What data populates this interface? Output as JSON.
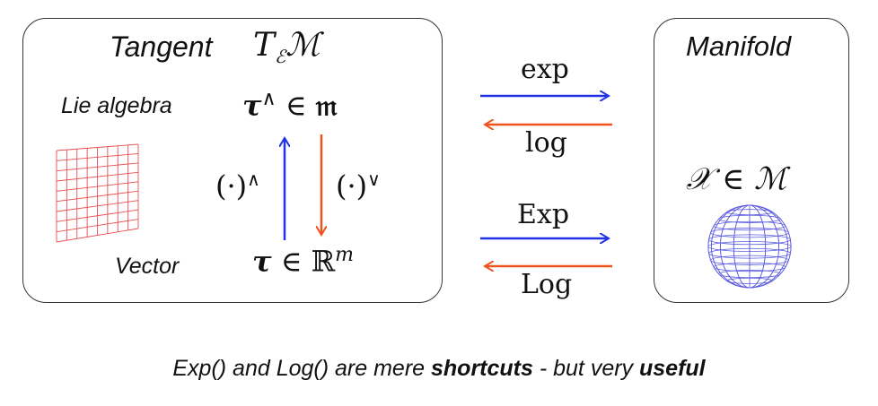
{
  "tangent_box": {
    "title": "Tangent",
    "space_T": "T",
    "space_sub": "ℰ",
    "space_M": "ℳ",
    "lie_algebra_label": "Lie algebra",
    "lie_algebra_expr": {
      "tau": "τ",
      "hat": "∧",
      "in": "∈",
      "set": "𝔪"
    },
    "vector_label": "Vector",
    "vector_expr": {
      "tau": "τ",
      "in": "∈",
      "set": "ℝ",
      "exp": "m"
    },
    "hat_op": {
      "base": "(·)",
      "sup": "∧"
    },
    "vee_op": {
      "base": "(·)",
      "sup": "∨"
    }
  },
  "manifold_box": {
    "title": "Manifold",
    "element_expr": {
      "x": "𝒳",
      "in": "∈",
      "set": "ℳ"
    }
  },
  "maps": {
    "exp": "exp",
    "log": "log",
    "Exp": "Exp",
    "Log": "Log"
  },
  "caption": {
    "part1": "Exp() and Log() are mere ",
    "bold1": "shortcuts",
    "part2": " - but very ",
    "bold2": "useful"
  },
  "colors": {
    "blue": "#2233e6",
    "red": "#f0541e",
    "grid": "#e85050",
    "sphere": "#5a5ae0"
  }
}
